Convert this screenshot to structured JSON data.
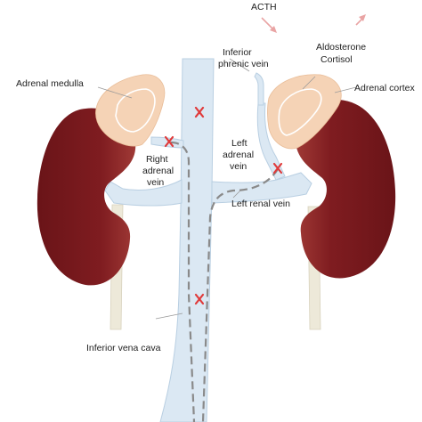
{
  "labels": {
    "acth": "ACTH",
    "inferior_phrenic_vein_line1": "Inferior",
    "inferior_phrenic_vein_line2": "phrenic vein",
    "aldosterone": "Aldosterone",
    "cortisol": "Cortisol",
    "adrenal_medulla": "Adrenal medulla",
    "adrenal_cortex": "Adrenal cortex",
    "right_adrenal_vein_line1": "Right",
    "right_adrenal_vein_line2": "adrenal",
    "right_adrenal_vein_line3": "vein",
    "left_adrenal_vein_line1": "Left",
    "left_adrenal_vein_line2": "adrenal",
    "left_adrenal_vein_line3": "vein",
    "left_renal_vein": "Left renal vein",
    "inferior_vena_cava": "Inferior vena cava"
  },
  "colors": {
    "vein": "#dbe8f3",
    "vein_stroke": "#b9cfe2",
    "kidney": "#7d1a1e",
    "adrenal": "#f5d3b6",
    "ureter": "#ede9d9",
    "catheter": "#8a8a8a",
    "sample_marker": "#e03a3a",
    "acth_arrow": "#e9a4a4"
  },
  "icons": {
    "sampling_site": "x-mark-icon",
    "secretion_arrow": "arrow-up-right-icon"
  }
}
